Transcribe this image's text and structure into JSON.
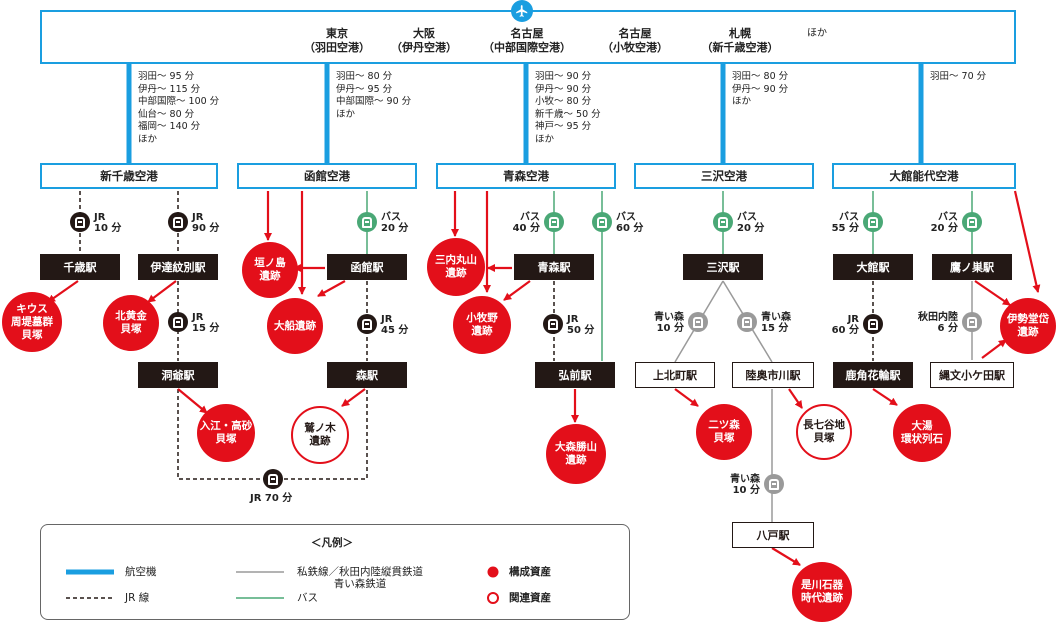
{
  "top": {
    "cities": [
      {
        "name": "東京",
        "sub": "（羽田空港）"
      },
      {
        "name": "大阪",
        "sub": "（伊丹空港）"
      },
      {
        "name": "名古屋",
        "sub": "（中部国際空港）"
      },
      {
        "name": "名古屋",
        "sub": "（小牧空港）"
      },
      {
        "name": "札幌",
        "sub": "（新千歳空港）"
      }
    ],
    "hoka": "ほか"
  },
  "flight_notes": [
    "羽田～ 95 分\n伊丹～ 115 分\n中部国際～ 100 分\n仙台～ 80 分\n福岡～ 140 分\nほか",
    "羽田～ 80 分\n伊丹～ 95 分\n中部国際～ 90 分\nほか",
    "羽田～ 90 分\n伊丹～ 90 分\n小牧～ 80 分\n新千歳～ 50 分\n神戸～ 95 分\nほか",
    "羽田～ 80 分\n伊丹～ 90 分\nほか",
    "羽田～ 70 分"
  ],
  "airports": [
    "新千歳空港",
    "函館空港",
    "青森空港",
    "三沢空港",
    "大館能代空港"
  ],
  "stations": {
    "chitose": "千歳駅",
    "date": "伊達紋別駅",
    "toya": "洞爺駅",
    "hakodate": "函館駅",
    "mori": "森駅",
    "aomori": "青森駅",
    "hirosaki": "弘前駅",
    "misawa": "三沢駅",
    "kamikita": "上北町駅",
    "ichikawa": "陸奥市川駅",
    "hachinohe": "八戸駅",
    "odate": "大館駅",
    "kazuno": "鹿角花輪駅",
    "takanosu": "鷹ノ巣駅",
    "jomon": "縄文小ケ田駅"
  },
  "sites": {
    "kiusu": "キウス\n周堤墓群\n貝塚",
    "kitakogane": "北黄金\n貝塚",
    "irie": "入江・高砂\n貝塚",
    "kakinoshima": "垣ノ島\n遺跡",
    "ofune": "大船遺跡",
    "washinoki": "鷲ノ木\n遺跡",
    "sannai": "三内丸山\n遺跡",
    "komakino": "小牧野\n遺跡",
    "omori": "大森勝山\n遺跡",
    "futatsumori": "二ツ森\n貝塚",
    "nanatsuya": "長七谷地\n貝塚",
    "korekawa": "是川石器\n時代遺跡",
    "oyu": "大湯\n環状列石",
    "isedotai": "伊勢堂岱\n遺跡"
  },
  "routes": {
    "jr_chitose": "JR\n10 分",
    "jr_date": "JR\n90 分",
    "jr_toya": "JR\n15 分",
    "bus_hakodate": "バス\n20 分",
    "jr_mori": "JR\n45 分",
    "jr70": "JR 70 分",
    "bus_aomori": "バス\n40 分",
    "bus_hirosaki": "バス\n60 分",
    "jr_hirosaki": "JR\n50 分",
    "bus_misawa": "バス\n20 分",
    "ao_kamikita": "青い森\n10 分",
    "ao_ichikawa": "青い森\n15 分",
    "ao_hachinohe": "青い森\n10 分",
    "bus_odate": "バス\n55 分",
    "bus_takanosu": "バス\n20 分",
    "jr_kazuno": "JR\n60 分",
    "akita_jomon": "秋田内陸\n6 分"
  },
  "legend": {
    "title": "＜凡例＞",
    "airplane": "航空機",
    "jr": "JR 線",
    "private": "私鉄線／秋田内陸縦貫鉄道\n青い森鉄道",
    "bus": "バス",
    "component": "構成資産",
    "related": "関連資産"
  },
  "colors": {
    "air": "#1a9ee0",
    "red": "#e30f1a",
    "bus": "#4aa876",
    "private": "#9a9a9a",
    "station": "#231815"
  },
  "icons": [
    "airplane-icon",
    "jr-train-icon",
    "bus-icon",
    "private-rail-icon"
  ]
}
